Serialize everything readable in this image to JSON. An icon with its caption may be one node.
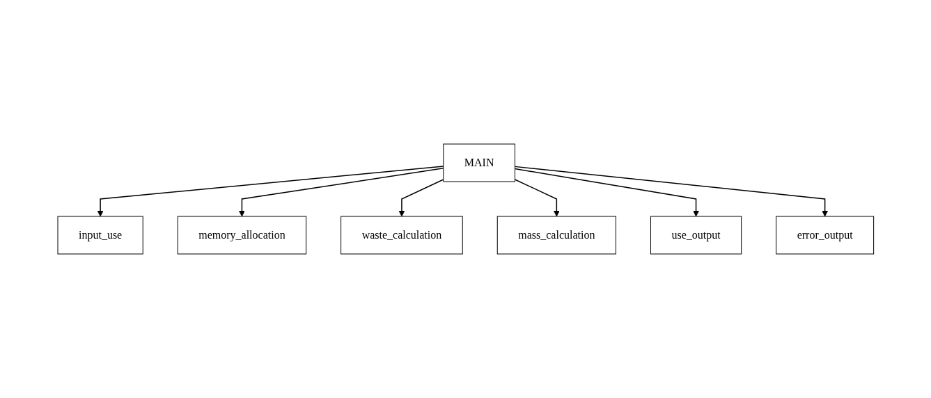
{
  "diagram": {
    "nodes": [
      {
        "text": [
          "MAIN"
        ]
      },
      {
        "text": [
          "input_use"
        ]
      },
      {
        "text": [
          "memory_allocation"
        ]
      },
      {
        "text": [
          "waste_calculation"
        ]
      },
      {
        "text": [
          "mass_calculation"
        ]
      },
      {
        "text": [
          "use_output"
        ]
      },
      {
        "text": [
          "error_output"
        ]
      }
    ],
    "edges": [
      {
        "from": 0,
        "to": 1,
        "arrow": "to"
      },
      {
        "from": 0,
        "to": 2,
        "arrow": "to"
      },
      {
        "from": 0,
        "to": 3,
        "arrow": "to"
      },
      {
        "from": 0,
        "to": 4,
        "arrow": "to"
      },
      {
        "from": 0,
        "to": 5,
        "arrow": "to"
      },
      {
        "from": 0,
        "to": 6,
        "arrow": "to"
      }
    ]
  }
}
